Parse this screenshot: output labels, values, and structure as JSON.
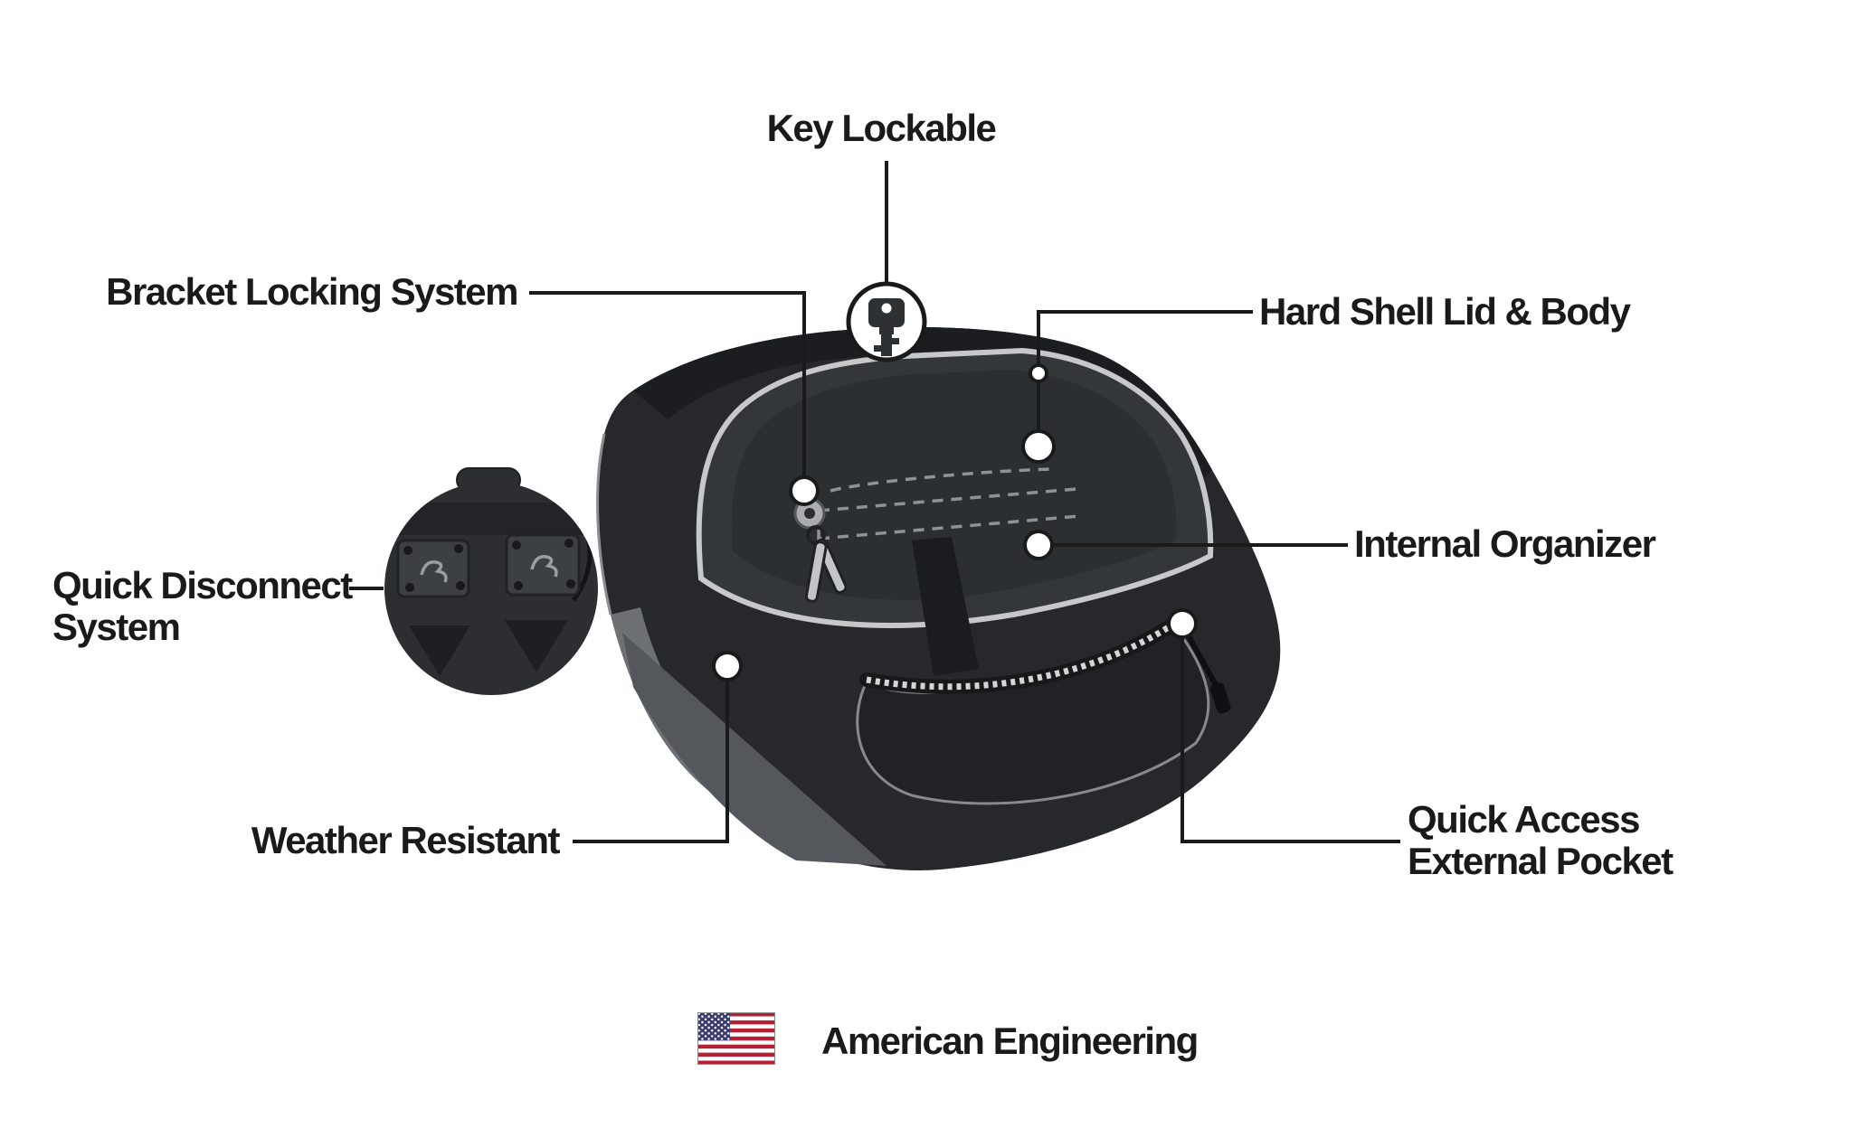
{
  "callouts": {
    "key_lockable": {
      "label": "Key Lockable"
    },
    "bracket_locking_system": {
      "label": "Bracket Locking System"
    },
    "hard_shell_lid_body": {
      "label": "Hard Shell Lid & Body"
    },
    "quick_disconnect_system": {
      "line1": "Quick Disconnect",
      "line2": "System"
    },
    "internal_organizer": {
      "label": "Internal Organizer"
    },
    "weather_resistant": {
      "label": "Weather Resistant"
    },
    "quick_access_external_pocket": {
      "line1": "Quick Access",
      "line2": "External Pocket"
    }
  },
  "footer": {
    "american_engineering": "American Engineering",
    "flag_icon": "us-flag-icon"
  },
  "illustration": {
    "subject": "hard-shell-motorcycle-saddlebag",
    "icons": [
      "key-icon",
      "keyhole",
      "keys",
      "zipper",
      "quick-disconnect-inset",
      "us-flag-icon"
    ]
  },
  "colors": {
    "background": "#ffffff",
    "text": "#1a1a1a",
    "callout_line": "#1a1a1a",
    "bag_body": "#26282b",
    "bag_top": "#1b1d20",
    "bag_recess": "#34373a",
    "bag_highlight": "#54575b",
    "bag_edge_light": "#6e7174",
    "seam": "#c6c8ca",
    "flag_red": "#b22234",
    "flag_blue": "#3c3b6e"
  }
}
